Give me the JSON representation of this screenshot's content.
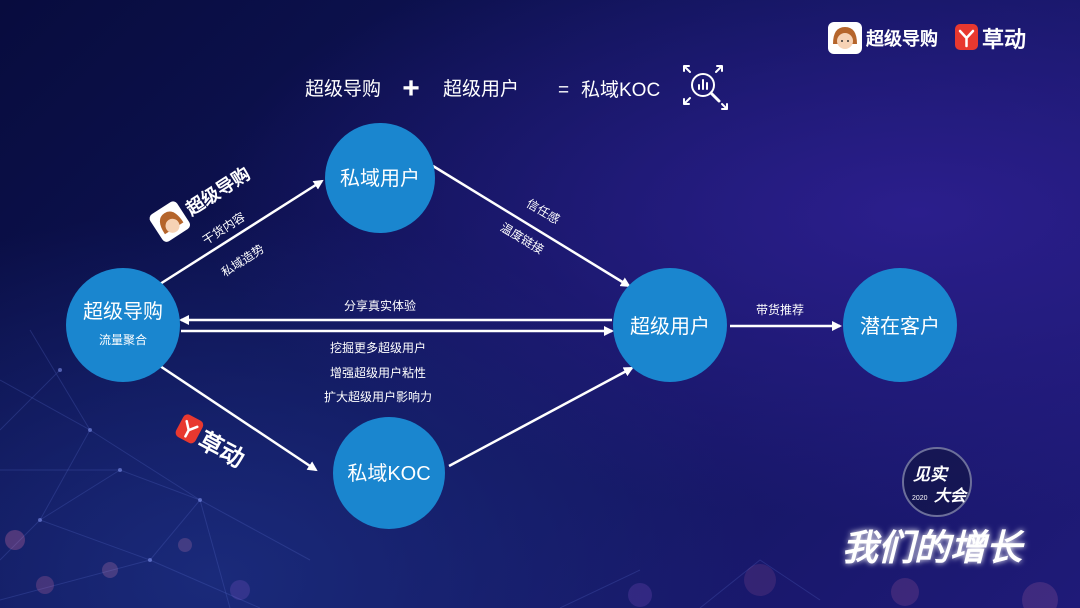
{
  "header": {
    "brand_primary": "超级导购",
    "brand_secondary": "草动",
    "brand_primary_icon": "cartoon-girl-logo-icon",
    "brand_secondary_icon": "sprout-logo-icon"
  },
  "formula": {
    "term1": "超级导购",
    "plus": "+",
    "term2": "超级用户",
    "equals": "=",
    "result": "私域KOC",
    "icon": "analytics-magnifier-icon"
  },
  "nodes": {
    "super_guide": {
      "label": "超级导购",
      "sublabel": "流量聚合"
    },
    "private_users": {
      "label": "私域用户"
    },
    "private_koc": {
      "label": "私域KOC"
    },
    "super_users": {
      "label": "超级用户"
    },
    "potential_customers": {
      "label": "潜在客户"
    }
  },
  "edges": {
    "guide_to_private_users": [
      "干货内容",
      "私域造势"
    ],
    "private_users_to_super_users": [
      "信任感",
      "温度链接"
    ],
    "super_users_to_guide": [
      "分享真实体验"
    ],
    "guide_to_super_users": [
      "挖掘更多超级用户",
      "增强超级用户粘性",
      "扩大超级用户影响力"
    ],
    "super_users_to_potential": [
      "带货推荐"
    ]
  },
  "badges": {
    "upper": "超级导购",
    "lower": "草动"
  },
  "event": {
    "logo_line1": "见实",
    "logo_line2": "大会",
    "logo_year": "2020",
    "slogan": "我们的增长"
  },
  "colors": {
    "node_fill": "#1a86cf",
    "brand_red": "#e8382f",
    "background": "#0c1150",
    "slogan_glow": "#d63cff"
  }
}
